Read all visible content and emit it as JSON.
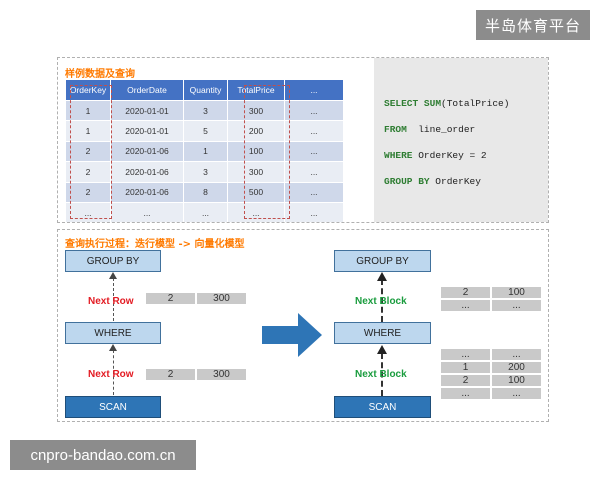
{
  "watermarks": {
    "top": "半岛体育平台",
    "bottom": "cnpro-bandao.com.cn"
  },
  "top_panel": {
    "title": "样例数据及查询",
    "table": {
      "headers": [
        "OrderKey",
        "OrderDate",
        "Quantity",
        "TotalPrice",
        "..."
      ],
      "rows": [
        [
          "1",
          "2020-01-01",
          "3",
          "300",
          "..."
        ],
        [
          "1",
          "2020-01-01",
          "5",
          "200",
          "..."
        ],
        [
          "2",
          "2020-01-06",
          "1",
          "100",
          "..."
        ],
        [
          "2",
          "2020-01-06",
          "3",
          "300",
          "..."
        ],
        [
          "2",
          "2020-01-06",
          "8",
          "500",
          "..."
        ],
        [
          "...",
          "...",
          "...",
          "...",
          "..."
        ]
      ]
    },
    "sql": [
      {
        "kw": "SELECT",
        "mid": " ",
        "kw2": "SUM",
        "rest": "(TotalPrice)"
      },
      {
        "kw": "FROM",
        "mid": "",
        "kw2": "",
        "rest": "  line_order"
      },
      {
        "kw": "WHERE",
        "mid": "",
        "kw2": "",
        "rest": " OrderKey = 2"
      },
      {
        "kw": "GROUP BY",
        "mid": "",
        "kw2": "",
        "rest": " OrderKey"
      }
    ]
  },
  "bottom_panel": {
    "title": "查询执行过程：迭行模型 -> 向量化模型",
    "left": {
      "group_by": "GROUP BY",
      "where": "WHERE",
      "scan": "SCAN",
      "next_upper": "Next Row",
      "next_lower": "Next Row",
      "row_upper": [
        "2",
        "300"
      ],
      "row_lower": [
        "2",
        "300"
      ]
    },
    "right": {
      "group_by": "GROUP BY",
      "where": "WHERE",
      "scan": "SCAN",
      "next_upper": "Next Block",
      "next_lower": "Next Block",
      "block_upper": [
        [
          "2",
          "100"
        ],
        [
          "...",
          "..."
        ]
      ],
      "block_lower": [
        [
          "...",
          "..."
        ],
        [
          "1",
          "200"
        ],
        [
          "2",
          "100"
        ],
        [
          "...",
          "..."
        ]
      ]
    }
  },
  "colors": {
    "header_blue": "#4472c4",
    "row_dark": "#cfd8ea",
    "row_light": "#e9edf4",
    "sql_keyword": "#2e7d32",
    "next_row": "#e31b23",
    "next_block": "#1a9c3e",
    "big_arrow": "#2e75b6",
    "title_orange": "#ff7a00"
  }
}
